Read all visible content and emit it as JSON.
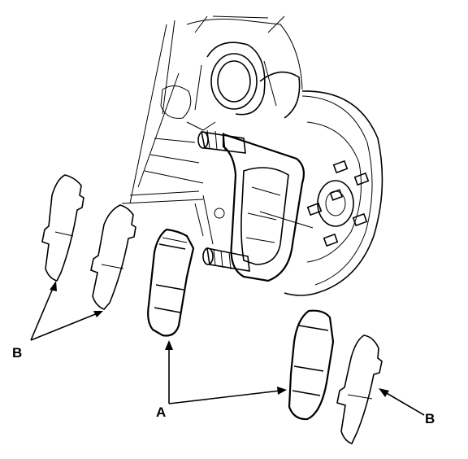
{
  "labels": {
    "left_b": "B",
    "center_a": "A",
    "right_b": "B"
  },
  "colors": {
    "ink": "#000000",
    "paper": "#ffffff"
  }
}
